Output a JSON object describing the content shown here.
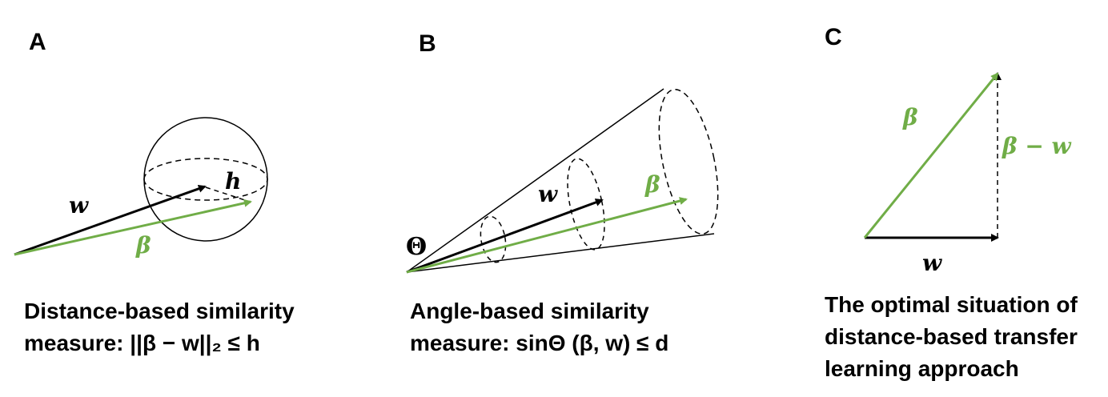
{
  "panel_a": {
    "letter": "A",
    "labels": {
      "w": "w",
      "beta": "β",
      "h": "h"
    },
    "caption_line1": "Distance-based similarity",
    "caption_line2": "measure: ||β − w||₂ ≤ h"
  },
  "panel_b": {
    "letter": "B",
    "labels": {
      "w": "w",
      "beta": "β",
      "theta": "Θ"
    },
    "caption_line1": "Angle-based similarity",
    "caption_line2": "measure: sinΘ (β, w) ≤ d"
  },
  "panel_c": {
    "letter": "C",
    "labels": {
      "w": "w",
      "beta": "β",
      "beta_minus_w": "β − w"
    },
    "caption_line1": "The optimal situation of",
    "caption_line2": "distance-based transfer",
    "caption_line3": "learning approach"
  },
  "colors": {
    "beta": "#70ad47",
    "w": "#000000"
  }
}
